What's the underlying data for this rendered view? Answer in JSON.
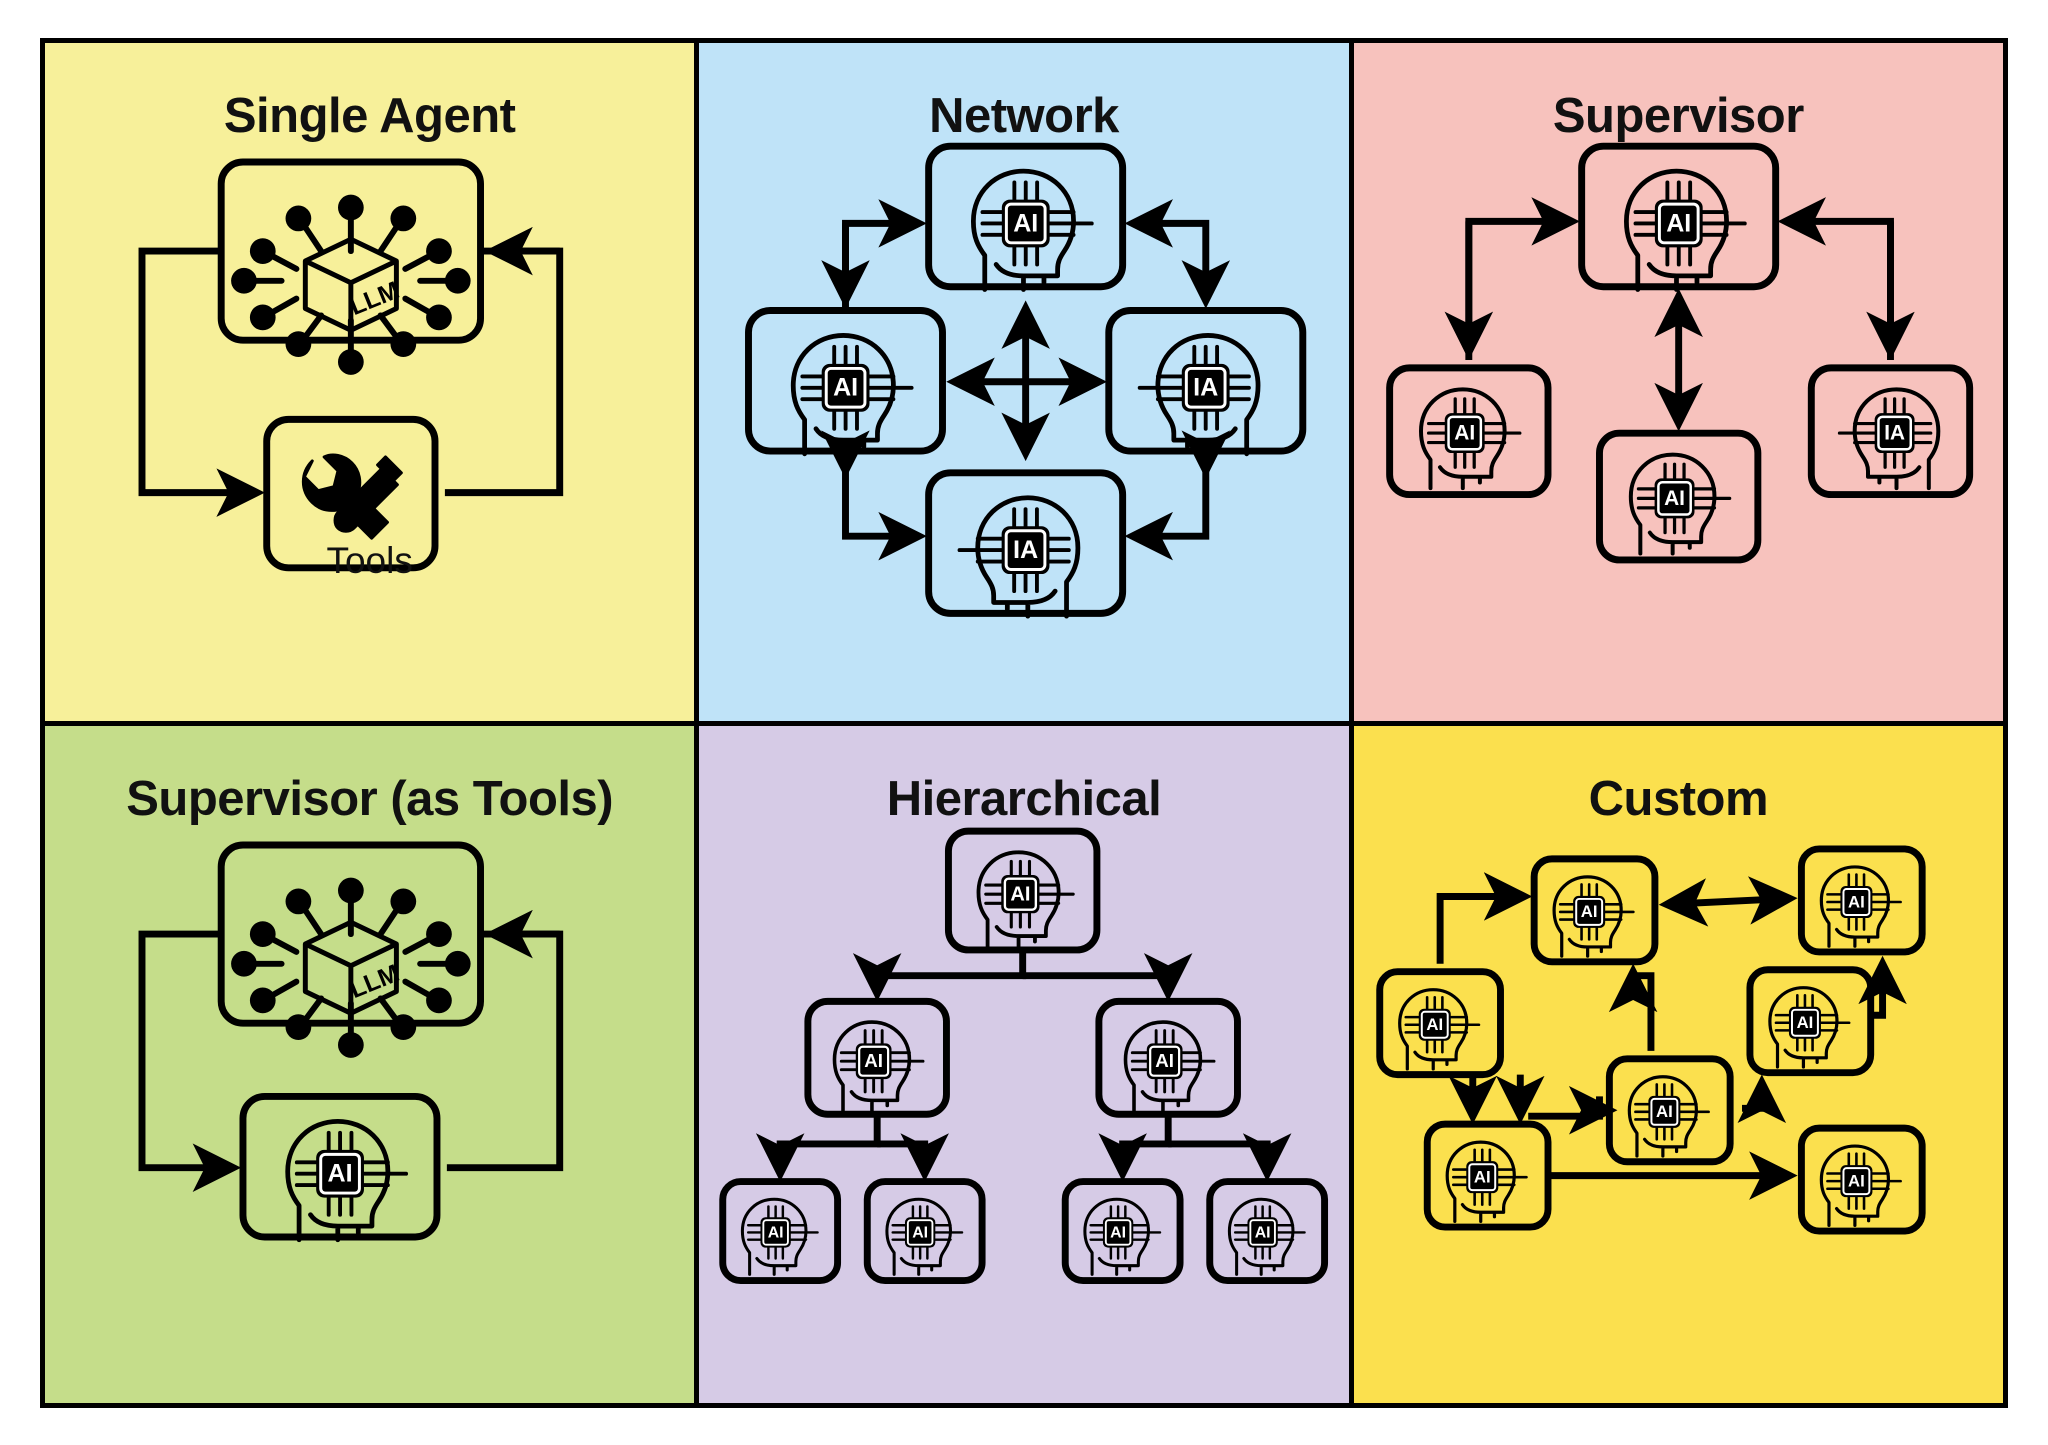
{
  "diagram": {
    "title_hidden": "",
    "panel_count": 6
  },
  "panels": [
    {
      "id": "single-agent",
      "title": "Single Agent",
      "bg": "#f7f09a",
      "nodes": [
        {
          "id": "llm",
          "kind": "llm-cube",
          "label": "LLM"
        },
        {
          "id": "tools",
          "kind": "tools",
          "label": "Tools"
        }
      ],
      "caption": "Tools",
      "edges": [
        {
          "from": "llm",
          "to": "tools",
          "style": "loop-down"
        },
        {
          "from": "tools",
          "to": "llm",
          "style": "loop-up"
        }
      ]
    },
    {
      "id": "network",
      "title": "Network",
      "bg": "#bfe3f8",
      "nodes": [
        {
          "id": "top",
          "kind": "ai-head",
          "label": "AI",
          "facing": "right"
        },
        {
          "id": "left",
          "kind": "ai-head",
          "label": "AI",
          "facing": "right"
        },
        {
          "id": "right",
          "kind": "ai-head",
          "label": "AI",
          "facing": "left"
        },
        {
          "id": "bottom",
          "kind": "ai-head",
          "label": "AI",
          "facing": "left"
        }
      ],
      "edges": [
        {
          "from": "left",
          "to": "top"
        },
        {
          "from": "top",
          "to": "left"
        },
        {
          "from": "top",
          "to": "right"
        },
        {
          "from": "right",
          "to": "bottom"
        },
        {
          "from": "bottom",
          "to": "left"
        },
        {
          "from": "center",
          "to": "all",
          "style": "four-way"
        }
      ]
    },
    {
      "id": "supervisor",
      "title": "Supervisor",
      "bg": "#f7c2bd",
      "nodes": [
        {
          "id": "sup",
          "kind": "ai-head",
          "label": "AI",
          "facing": "right"
        },
        {
          "id": "w1",
          "kind": "ai-head",
          "label": "AI",
          "facing": "right"
        },
        {
          "id": "w2",
          "kind": "ai-head",
          "label": "AI",
          "facing": "right"
        },
        {
          "id": "w3",
          "kind": "ai-head",
          "label": "AI",
          "facing": "left"
        }
      ],
      "edges": [
        {
          "from": "sup",
          "to": "w1",
          "style": "bidirectional"
        },
        {
          "from": "sup",
          "to": "w2",
          "style": "bidirectional"
        },
        {
          "from": "sup",
          "to": "w3",
          "style": "bidirectional"
        }
      ]
    },
    {
      "id": "supervisor-as-tools",
      "title": "Supervisor (as Tools)",
      "bg": "#c5dd8a",
      "nodes": [
        {
          "id": "llm",
          "kind": "llm-cube",
          "label": "LLM"
        },
        {
          "id": "agent",
          "kind": "ai-head",
          "label": "AI",
          "facing": "right"
        }
      ],
      "edges": [
        {
          "from": "llm",
          "to": "agent",
          "style": "loop-down"
        },
        {
          "from": "agent",
          "to": "llm",
          "style": "loop-up"
        }
      ]
    },
    {
      "id": "hierarchical",
      "title": "Hierarchical",
      "bg": "#d6cbe6",
      "nodes": [
        {
          "id": "root",
          "kind": "ai-head",
          "label": "AI",
          "facing": "right"
        },
        {
          "id": "m1",
          "kind": "ai-head",
          "label": "AI",
          "facing": "right"
        },
        {
          "id": "m2",
          "kind": "ai-head",
          "label": "AI",
          "facing": "right"
        },
        {
          "id": "l1",
          "kind": "ai-head",
          "label": "AI",
          "facing": "right"
        },
        {
          "id": "l2",
          "kind": "ai-head",
          "label": "AI",
          "facing": "right"
        },
        {
          "id": "l3",
          "kind": "ai-head",
          "label": "AI",
          "facing": "right"
        },
        {
          "id": "l4",
          "kind": "ai-head",
          "label": "AI",
          "facing": "right"
        }
      ],
      "edges": [
        {
          "from": "root",
          "to": "m1"
        },
        {
          "from": "root",
          "to": "m2"
        },
        {
          "from": "m1",
          "to": "l1"
        },
        {
          "from": "m1",
          "to": "l2"
        },
        {
          "from": "m2",
          "to": "l3"
        },
        {
          "from": "m2",
          "to": "l4"
        }
      ]
    },
    {
      "id": "custom",
      "title": "Custom",
      "bg": "#fbe04e",
      "nodes": [
        {
          "id": "a",
          "kind": "ai-head",
          "label": "AI",
          "facing": "right"
        },
        {
          "id": "b",
          "kind": "ai-head",
          "label": "AI",
          "facing": "right"
        },
        {
          "id": "c",
          "kind": "ai-head",
          "label": "AI",
          "facing": "right"
        },
        {
          "id": "d",
          "kind": "ai-head",
          "label": "AI",
          "facing": "right"
        },
        {
          "id": "e",
          "kind": "ai-head",
          "label": "AI",
          "facing": "right"
        },
        {
          "id": "f",
          "kind": "ai-head",
          "label": "AI",
          "facing": "right"
        },
        {
          "id": "g",
          "kind": "ai-head",
          "label": "AI",
          "facing": "right"
        }
      ],
      "edges": [
        {
          "from": "a",
          "to": "b",
          "style": "bidirectional"
        },
        {
          "from": "c",
          "to": "a"
        },
        {
          "from": "c",
          "to": "g"
        },
        {
          "from": "e",
          "to": "a"
        },
        {
          "from": "e",
          "to": "d"
        },
        {
          "from": "d",
          "to": "b"
        },
        {
          "from": "g",
          "to": "f"
        },
        {
          "from": "g",
          "to": "e"
        }
      ]
    }
  ],
  "icons": {
    "llm_cube": "llm-cube-icon",
    "ai_head": "ai-head-icon",
    "tools": "wrench-screwdriver-icon"
  },
  "colors": {
    "stroke": "#000000",
    "panel_yellow": "#f7f09a",
    "panel_blue": "#bfe3f8",
    "panel_pink": "#f7c2bd",
    "panel_green": "#c5dd8a",
    "panel_purple": "#d6cbe6",
    "panel_gold": "#fbe04e"
  }
}
